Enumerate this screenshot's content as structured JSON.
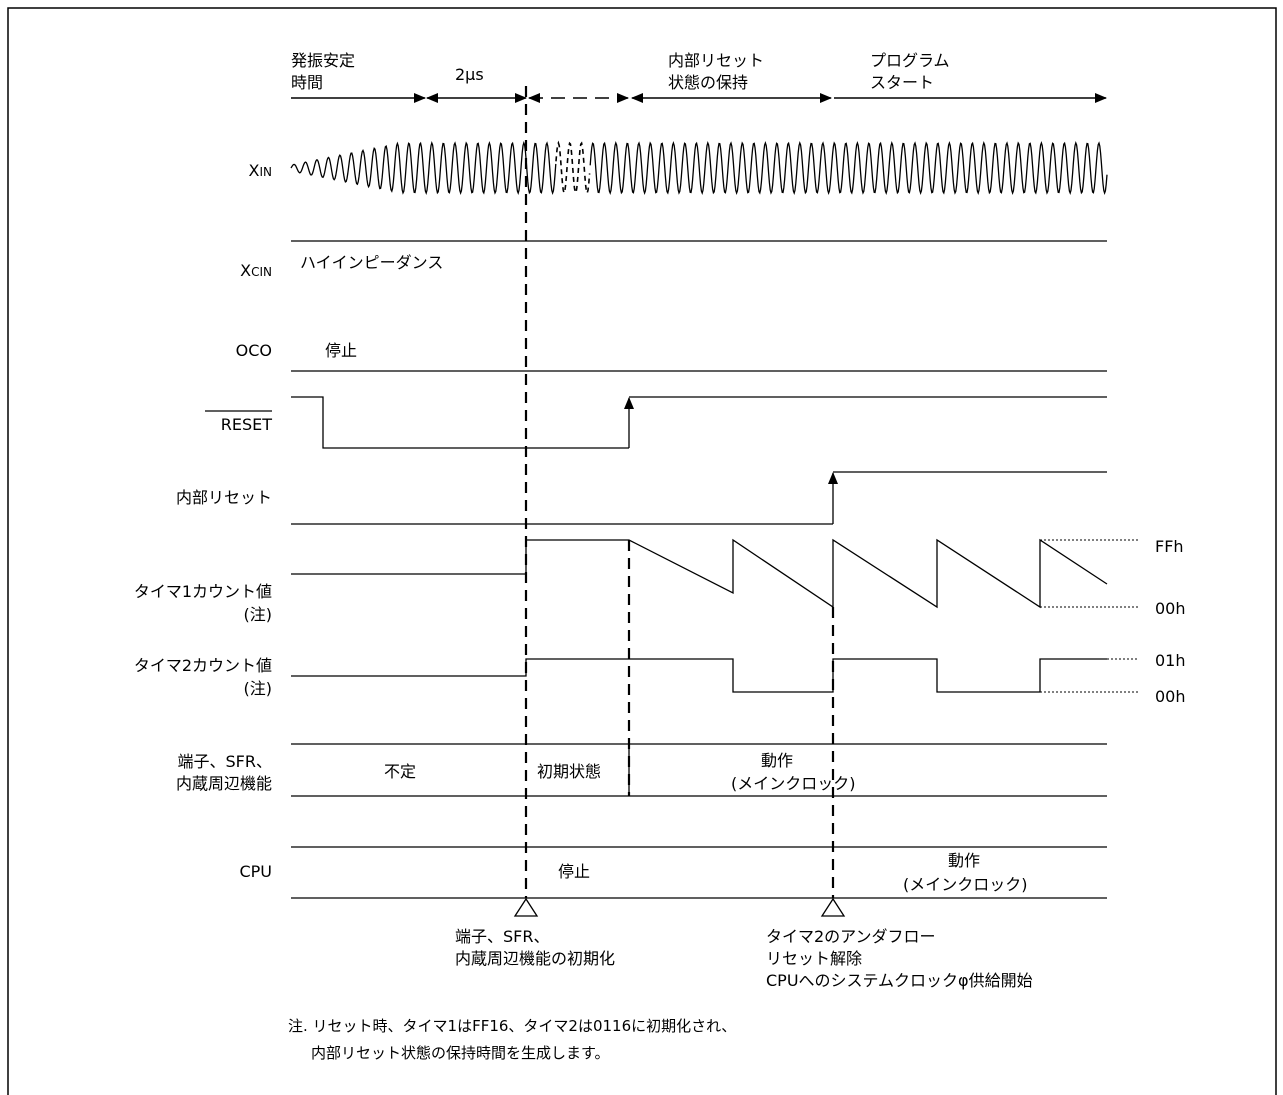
{
  "phases": {
    "osc_stabilization_line1": "発振安定",
    "osc_stabilization_line2": "時間",
    "two_us": "2μs",
    "internal_reset_hold_line1": "内部リセット",
    "internal_reset_hold_line2": "状態の保持",
    "program_start_line1": "プログラム",
    "program_start_line2": "スタート"
  },
  "signals": {
    "xin": "XIN",
    "xcin": "XCIN",
    "oco": "OCO",
    "reset": "RESET",
    "internal_reset": "内部リセット",
    "timer1_line1": "タイマ1カウント値",
    "timer1_line2": "(注)",
    "timer2_line1": "タイマ2カウント値",
    "timer2_line2": "(注)",
    "pins_line1": "端子、SFR、",
    "pins_line2": "内蔵周辺機能",
    "cpu": "CPU"
  },
  "states": {
    "xcin_state": "ハイインピーダンス",
    "oco_state": "停止",
    "pins_undefined": "不定",
    "pins_initial": "初期状態",
    "pins_operating_line1": "動作",
    "pins_operating_line2": "(メインクロック)",
    "cpu_stopped": "停止",
    "cpu_operating_line1": "動作",
    "cpu_operating_line2": "(メインクロック)"
  },
  "levels": {
    "timer1_max": "FFh",
    "timer1_min": "00h",
    "timer2_max": "01h",
    "timer2_min": "00h"
  },
  "events": {
    "init_line1": "端子、SFR、",
    "init_line2": "内蔵周辺機能の初期化",
    "underflow_line1": "タイマ2のアンダフロー",
    "underflow_line2": "リセット解除",
    "underflow_line3": "CPUへのシステムクロックφ供給開始"
  },
  "footnote": {
    "line1": "注. リセット時、タイマ1はFF16、タイマ2は0116に初期化され、",
    "line2": "内部リセット状態の保持時間を生成します。"
  }
}
